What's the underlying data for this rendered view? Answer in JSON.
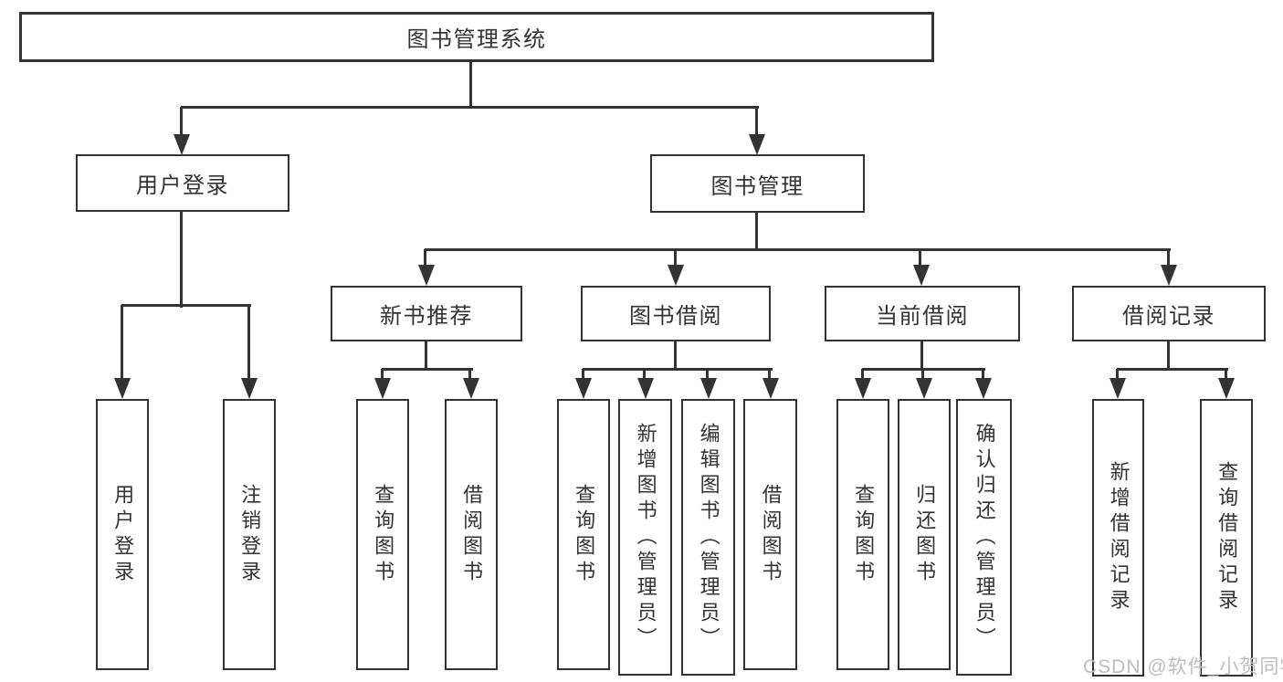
{
  "diagram": {
    "root": {
      "label": "图书管理系统"
    },
    "level2": [
      {
        "label": "用户登录",
        "parent": "图书管理系统"
      },
      {
        "label": "图书管理",
        "parent": "图书管理系统"
      }
    ],
    "level3": [
      {
        "label": "新书推荐",
        "parent": "图书管理"
      },
      {
        "label": "图书借阅",
        "parent": "图书管理"
      },
      {
        "label": "当前借阅",
        "parent": "图书管理"
      },
      {
        "label": "借阅记录",
        "parent": "图书管理"
      }
    ],
    "leaves": [
      {
        "label": "用户登录",
        "parent": "用户登录"
      },
      {
        "label": "注销登录",
        "parent": "用户登录"
      },
      {
        "label": "查询图书",
        "parent": "新书推荐"
      },
      {
        "label": "借阅图书",
        "parent": "新书推荐"
      },
      {
        "label": "查询图书",
        "parent": "图书借阅"
      },
      {
        "label": "新增图书（管理员）",
        "parent": "图书借阅"
      },
      {
        "label": "编辑图书（管理员）",
        "parent": "图书借阅"
      },
      {
        "label": "借阅图书",
        "parent": "图书借阅"
      },
      {
        "label": "查询图书",
        "parent": "当前借阅"
      },
      {
        "label": "归还图书",
        "parent": "当前借阅"
      },
      {
        "label": "确认归还（管理员）",
        "parent": "当前借阅"
      },
      {
        "label": "新增借阅记录",
        "parent": "借阅记录"
      },
      {
        "label": "查询借阅记录",
        "parent": "借阅记录"
      }
    ],
    "watermark": "CSDN @软件_小贺同学",
    "colors": {
      "line": "#333333",
      "text": "#333333",
      "box_background": "#ffffff",
      "watermark": "#bdbdbd",
      "background": "#ffffff"
    }
  }
}
